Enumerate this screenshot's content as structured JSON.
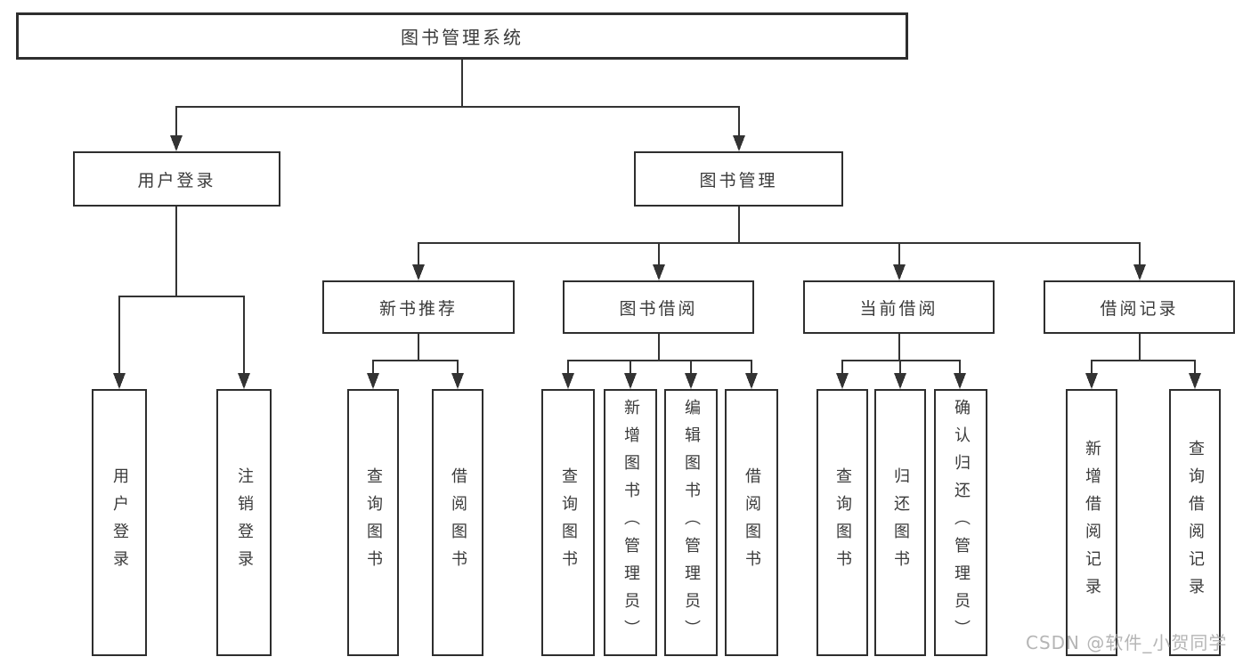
{
  "diagram": {
    "tree": {
      "label": "图书管理系统",
      "children": [
        {
          "label": "用户登录",
          "children": [
            {
              "label": "用户登录"
            },
            {
              "label": "注销登录"
            }
          ]
        },
        {
          "label": "图书管理",
          "children": [
            {
              "label": "新书推荐",
              "children": [
                {
                  "label": "查询图书"
                },
                {
                  "label": "借阅图书"
                }
              ]
            },
            {
              "label": "图书借阅",
              "children": [
                {
                  "label": "查询图书"
                },
                {
                  "label": "新增图书（管理员）"
                },
                {
                  "label": "编辑图书（管理员）"
                },
                {
                  "label": "借阅图书"
                }
              ]
            },
            {
              "label": "当前借阅",
              "children": [
                {
                  "label": "查询图书"
                },
                {
                  "label": "归还图书"
                },
                {
                  "label": "确认归还（管理员）"
                }
              ]
            },
            {
              "label": "借阅记录",
              "children": [
                {
                  "label": "新增借阅记录"
                },
                {
                  "label": "查询借阅记录"
                }
              ]
            }
          ]
        }
      ]
    },
    "colors": {
      "line": "#333333",
      "box_border": "#2e2e2e",
      "text": "#3a3a3a",
      "watermark": "#a8a8a8",
      "background": "#ffffff"
    }
  },
  "watermark": {
    "text": "CSDN @软件_小贺同学"
  }
}
